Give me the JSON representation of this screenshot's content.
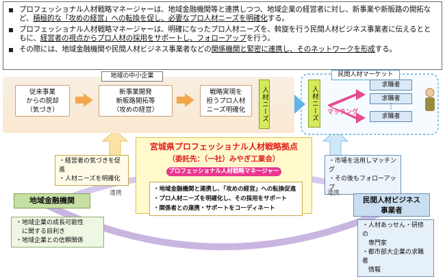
{
  "bullets": [
    {
      "pre": "プロフェッショナル人材戦略マネージャーは、地域金融機関等と連携しつつ、地域企業の経営者に対し、新事業や新販路の開拓など、",
      "underlined": "積極的な「攻めの経営」への転換を促し、必要なプロ人材ニーズを明確化",
      "post": "する。"
    },
    {
      "pre": "プロフェッショナル人材戦略マネージャーは、明確になったプロ人材ニーズを、斡旋を行う民間人材ビジネス事業者に伝えるとともに、",
      "underlined": "経営者の視点からプロ人材の採用をサポートし、フォローアップ",
      "post": "を行う。"
    },
    {
      "pre": "その際には、地域金融機関や民間人材ビジネス事業者などの",
      "underlined": "関係機関と緊密に連携し、そのネットワークを形成",
      "post": "する。"
    }
  ],
  "sme": {
    "label": "地域の中小企業",
    "box1": [
      "従来事業",
      "からの脱却",
      "（気づき）"
    ],
    "box2": [
      "新事業開発",
      "新販路開拓等",
      "（攻めの経営）"
    ],
    "box3": [
      "戦略実現を",
      "担うプロ人材",
      "ニーズ明確化"
    ],
    "needs_vertical": "人材ニーズ"
  },
  "market": {
    "label": "民間人材マーケット",
    "needs_vertical": "人材ニーズ",
    "matching": "マッチング",
    "seekers": [
      "求職者",
      "求職者",
      "求職者"
    ],
    "ellipsis": "⋮"
  },
  "center": {
    "title": "宮城県プロフェッショナル人材戦略拠点",
    "subtitle": "（委託先：（一社）みやぎ工業会）",
    "manager": "プロフェッショナル人材戦略マネージャー",
    "tasks": [
      "・地域金融機関と連携し、「攻めの経営」への転換促進",
      "・プロ人材ニーズを明確化し、その採用をサポート",
      "・関係者との連携・サポートをコーディネート"
    ]
  },
  "left_note": [
    "・経営者の気づきを促進",
    "・人材ニーズを明確化"
  ],
  "right_note": [
    "・市場を活用しマッチング",
    "・その後もフォローアップ"
  ],
  "left_link": "連携",
  "right_link": "連携",
  "finance": {
    "title": "地域金融機関",
    "notes": [
      "・地域企業の成長可能性",
      "　に関する目利き",
      "・地域企業との信頼関係"
    ]
  },
  "business": {
    "title": [
      "民間人材ビジネス",
      "事業者"
    ],
    "notes": [
      "・人材あっせん・研修の",
      "　専門家",
      "・都市部大企業の求職者",
      "　情報"
    ]
  },
  "colors": {
    "orange_arrow": "#f3a64c",
    "green_needs": "#d4ea5c",
    "center_fill": "#fff9cc",
    "title_red": "#e02020",
    "manager_pink": "#e8368f",
    "seeker_blue": "#dbe9f6"
  }
}
